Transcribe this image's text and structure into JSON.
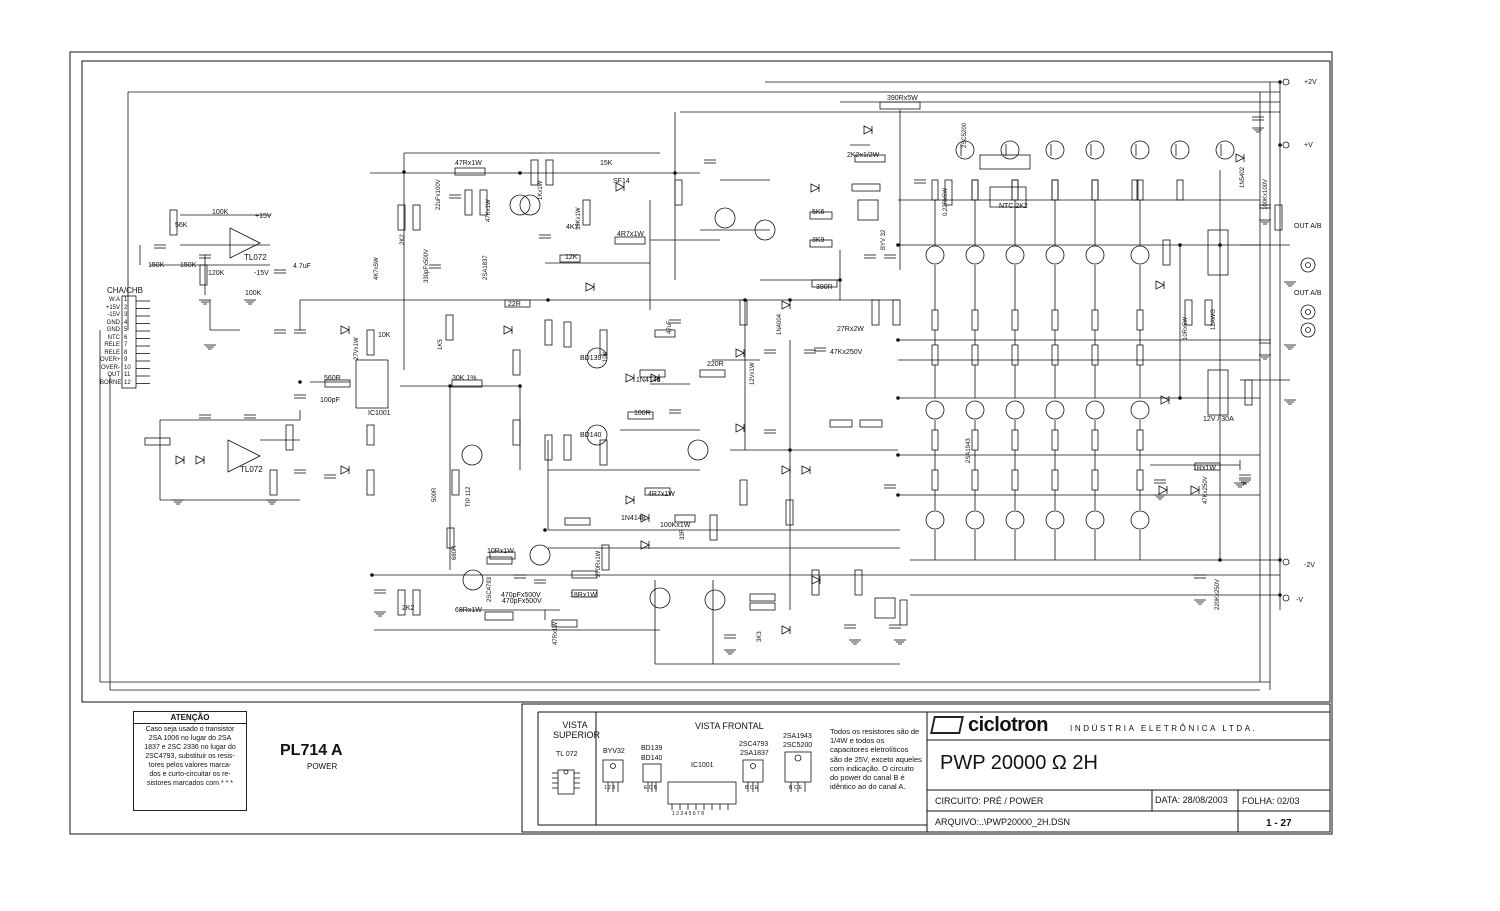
{
  "title_block": {
    "company_logo": "ciclotron",
    "company_tagline": "INDÚSTRIA ELETRÔNICA LTDA.",
    "model_title": "PWP 20000  Ω 2H",
    "circuit": "CIRCUITO: PRÉ / POWER",
    "date": "DATA: 28/08/2003",
    "sheet": "FOLHA: 02/03",
    "file": "ARQUIVO:..\\PWP20000_2H.DSN",
    "revision": "1 - 27"
  },
  "board": {
    "model": "PL714 A",
    "section": "POWER"
  },
  "notice": {
    "heading": "ATENÇÃO",
    "lines": [
      "Caso seja usado o transistor",
      "2SA 1006  no lugar do 2SA",
      "1837 e 2SC 2336 no lugar do",
      "2SC4793, substituir os resis-",
      "tores pelos valores marca-",
      "dos e curto-circuitar os re-",
      "sistores marcados com * * *"
    ]
  },
  "notes": "Todos os resistores são de 1/4W e todos os capacitores eletrolíticos são de 25V, exceto aqueles com indicação. O circuito do power do canal B é idêntico ao do canal A.",
  "legend": {
    "top_view": "VISTA SUPERIOR",
    "front_view": "VISTA FRONTAL",
    "parts": [
      "TL 072",
      "BYV32",
      "BD139",
      "BD140",
      "IC1001",
      "2SC4793",
      "2SA1837",
      "2SA1943",
      "2SC5200"
    ],
    "pin_labels": {
      "byv": "1 2 3",
      "bd": "E C B",
      "ic": "1 2 3 4 5 6 7 8",
      "to220": "B C E",
      "to3p": "B C E"
    }
  },
  "rails": [
    "+2V",
    "+V",
    "-2V",
    "-V"
  ],
  "outputs": [
    "OUT A/B",
    "OUT A/B"
  ],
  "connector": {
    "name": "CHA/CHB",
    "pins": [
      "W.A",
      "+15V",
      "-15V",
      "GND",
      "GND",
      "NTC",
      "RELE",
      "RELE",
      "OVER+",
      "OVER-",
      "OUT",
      "BORNE"
    ],
    "numbers": [
      "1",
      "2",
      "3",
      "4",
      "5",
      "6",
      "7",
      "8",
      "9",
      "10",
      "11",
      "12"
    ]
  },
  "opamp_labels": [
    "TL072",
    "TL072"
  ],
  "components": [
    {
      "t": "47Rx1W"
    },
    {
      "t": "15K"
    },
    {
      "t": "100K"
    },
    {
      "t": "56K"
    },
    {
      "t": "150K"
    },
    {
      "t": "150K"
    },
    {
      "t": "120K"
    },
    {
      "t": "100K"
    },
    {
      "t": "+15V"
    },
    {
      "t": "-15V"
    },
    {
      "t": "4.7uF"
    },
    {
      "t": "2K2"
    },
    {
      "t": "4K7x5W"
    },
    {
      "t": "10K"
    },
    {
      "t": "27Vx1W"
    },
    {
      "t": "560R"
    },
    {
      "t": "100pF"
    },
    {
      "t": "IC1001"
    },
    {
      "t": "30K 1%"
    },
    {
      "t": "1K5"
    },
    {
      "t": "330pFx500V"
    },
    {
      "t": "22uFx100V"
    },
    {
      "t": "47Kx1W"
    },
    {
      "t": "68Rx1W"
    },
    {
      "t": "2SA1837"
    },
    {
      "t": "2SC4793"
    },
    {
      "t": "1Kx1W"
    },
    {
      "t": "10Rx1W"
    },
    {
      "t": "SF14"
    },
    {
      "t": "39Kx1W"
    },
    {
      "t": "4K7"
    },
    {
      "t": "12K"
    },
    {
      "t": "4R7x1W"
    },
    {
      "t": "1N4148"
    },
    {
      "t": "22R"
    },
    {
      "t": "47uF"
    },
    {
      "t": "10K"
    },
    {
      "t": "100R"
    },
    {
      "t": "220R"
    },
    {
      "t": "BD139"
    },
    {
      "t": "BD140"
    },
    {
      "t": "12Vx1W"
    },
    {
      "t": "1N4004"
    },
    {
      "t": "27Rx2W"
    },
    {
      "t": "47Kx250V"
    },
    {
      "t": "390R"
    },
    {
      "t": "390Rx5W"
    },
    {
      "t": "2K2x1/2W"
    },
    {
      "t": "BYV 32"
    },
    {
      "t": "NTC 2K2"
    },
    {
      "t": "5K6"
    },
    {
      "t": "3K9"
    },
    {
      "t": "2SC5200"
    },
    {
      "t": "0.22Rx5W"
    },
    {
      "t": "2SA1943"
    },
    {
      "t": "1N5402"
    },
    {
      "t": "1Rx1W"
    },
    {
      "t": "12V / 30A"
    },
    {
      "t": "12AWG"
    },
    {
      "t": "10Rx5W"
    },
    {
      "t": "100Kx100V"
    },
    {
      "t": "47Kx250V"
    },
    {
      "t": "220Kx250V"
    },
    {
      "t": "TIP 112"
    },
    {
      "t": "500R"
    },
    {
      "t": "680R"
    },
    {
      "t": "470pFx500V"
    },
    {
      "t": "18Rx1W"
    },
    {
      "t": "3K3"
    },
    {
      "t": "33R"
    },
    {
      "t": "4R7x1W"
    },
    {
      "t": "100Kx1W"
    },
    {
      "t": "47Rx1W"
    },
    {
      "t": "1N4148"
    },
    {
      "t": "2K2"
    },
    {
      "t": "270Rx1W"
    },
    {
      "t": "470pFx500V"
    }
  ]
}
